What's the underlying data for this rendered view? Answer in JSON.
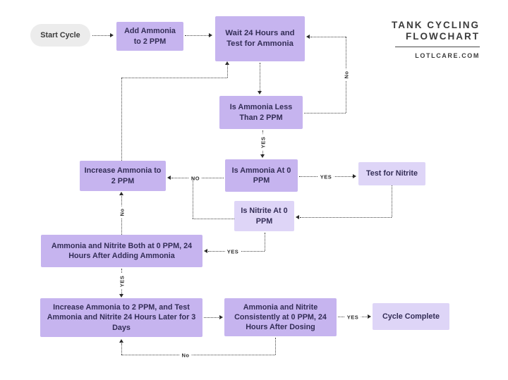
{
  "title": {
    "line1": "TANK CYCLING",
    "line2": "FLOWCHART",
    "site": "LOTLCARE.COM"
  },
  "colors": {
    "box_medium": "#c6b4ef",
    "box_light": "#ded5f7",
    "pill_gray": "#ececec",
    "node_text": "#332d56",
    "line": "#3f3f3f"
  },
  "nodes": {
    "start": "Start Cycle",
    "add_ammonia": "Add Ammonia to 2 PPM",
    "wait_24": "Wait 24 Hours and Test for Ammonia",
    "is_ammonia_less": "Is Ammonia Less Than 2 PPM",
    "increase_ammonia": "Increase Ammonia to 2 PPM",
    "is_ammonia_0": "Is Ammonia At 0 PPM",
    "test_nitrite": "Test for Nitrite",
    "is_nitrite_0": "Is Nitrite At 0 PPM",
    "both_0": "Ammonia and Nitrite Both at 0 PPM, 24 Hours After Adding Ammonia",
    "increase_3days": "Increase Ammonia to 2 PPM, and Test Ammonia and Nitrite 24 Hours Later for 3 Days",
    "consistent_0": "Ammonia and Nitrite Consistently at 0 PPM, 24 Hours After Dosing",
    "cycle_complete": "Cycle Complete"
  },
  "edge_labels": {
    "no_wait_loop": "No",
    "yes_less_to_0": "YES",
    "no_to_increase": "NO",
    "yes_to_test_nitrite": "YES",
    "yes_nitrite_to_both": "YES",
    "no_both_to_increase": "No",
    "yes_both_to_3days": "YES",
    "yes_to_complete": "YES",
    "no_consistent_loop": "No"
  }
}
